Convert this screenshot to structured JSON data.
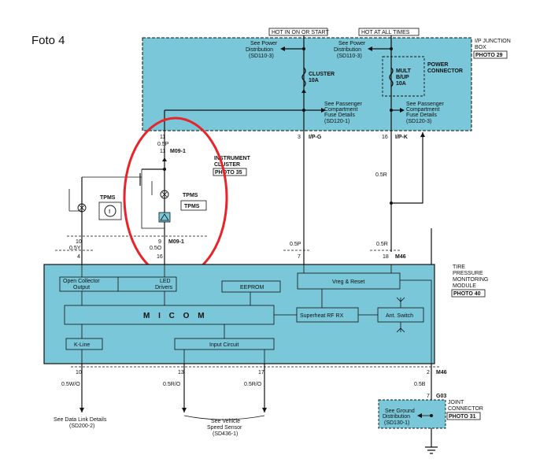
{
  "photo_label": "Foto 4",
  "top_labels": {
    "hot_in_on_start": "HOT IN ON OR START",
    "hot_at_all_times": "HOT AT ALL TIMES"
  },
  "junction_box": {
    "title_line1": "I/P JUNCTION",
    "title_line2": "BOX",
    "photo": "PHOTO 29",
    "power_connector_line1": "POWER",
    "power_connector_line2": "CONNECTOR",
    "fuse_cluster_line1": "CLUSTER",
    "fuse_cluster_line2": "10A",
    "fuse_mult_line1": "MULT",
    "fuse_mult_line2": "B/UP",
    "fuse_mult_line3": "10A",
    "see_power_line1": "See Power",
    "see_power_line2": "Distribution",
    "see_power_ref1": "(SD110-3)",
    "see_power_ref2": "(SD110-3)",
    "see_pass_line1": "See Passenger",
    "see_pass_line2": "Compartment",
    "see_pass_line3": "Fuse Details",
    "see_pass_ref1": "(SD120-1)",
    "see_pass_ref2": "(SD120-3)",
    "pin_ipg": "3",
    "conn_ipg": "I/P-G",
    "pin_ipk": "16",
    "conn_ipk": "I/P-K"
  },
  "cluster": {
    "title_line1": "INSTRUMENT",
    "title_line2": "CLUSTER",
    "photo": "PHOTO 35",
    "pin_top_11a": "11",
    "wire_top": "0.5P",
    "pin_top_11b": "11",
    "conn_top": "M09-1",
    "tpms_label_left": "TPMS",
    "tpms_label_right": "TPMS",
    "tpms_box": "TPMS",
    "pin_10a": "10",
    "wire_10": "0.5Y",
    "pin_4": "4",
    "pin_9": "9",
    "wire_9": "0.5O",
    "pin_16": "16",
    "conn_bottom": "M09-1"
  },
  "wires_mid": {
    "w_05r_1": "0.5R",
    "w_05p": "0.5P",
    "w_05r_2": "0.5R",
    "pin_7": "7",
    "pin_18": "18",
    "conn_m46": "M46"
  },
  "tpms_module": {
    "title_line1": "TIRE",
    "title_line2": "PRESSURE",
    "title_line3": "MONITORING",
    "title_line4": "MODULE",
    "photo": "PHOTO 40",
    "oc_line1": "Open Collector",
    "oc_line2": "Output",
    "led_line1": "LED",
    "led_line2": "Drivers",
    "eeprom": "EEPROM",
    "vreg": "Vreg & Reset",
    "micom": "M I C O M",
    "rf": "Superheat RF RX",
    "ant": "Ant. Switch",
    "kline": "K-Line",
    "input": "Input Circuit"
  },
  "bottom": {
    "pin_10": "10",
    "pin_13": "13",
    "pin_17": "17",
    "pin_2": "2",
    "conn_m46": "M46",
    "wire_05wo": "0.5W/O",
    "wire_05ro_1": "0.5R/O",
    "wire_05ro_2": "0.5R/O",
    "wire_05b": "0.5B",
    "see_dlc_line1": "See Data Link Details",
    "see_dlc_line2": "(SD200-2)",
    "see_vss_line1": "See Vehicle",
    "see_vss_line2": "Speed Sensor",
    "see_vss_line3": "(SD436-1)",
    "pin_7": "7",
    "conn_g03": "G03",
    "joint_line1": "JOINT",
    "joint_line2": "CONNECTOR",
    "joint_photo": "PHOTO 31",
    "see_ground_line1": "See Ground",
    "see_ground_line2": "Distribution",
    "see_ground_line3": "(SD130-1)"
  },
  "colors": {
    "module_fill": "#79c7d8",
    "highlight": "#e8232a"
  }
}
